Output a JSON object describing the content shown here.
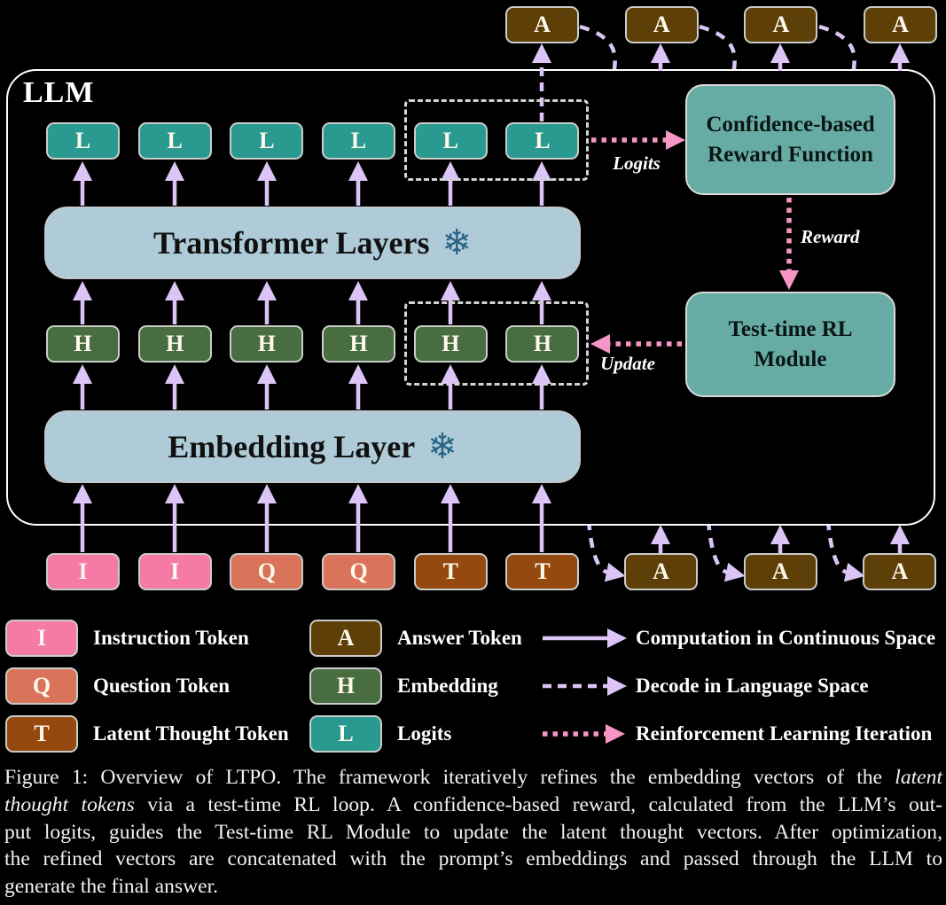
{
  "llm_label": "LLM",
  "icons": {
    "snowflake": "❄"
  },
  "colors": {
    "background": "#000000",
    "container_border": "#ffffff",
    "arrow_lavender": "#dcc5f6",
    "arrow_pink": "#f795c4",
    "instruction": "#f57ba6",
    "question": "#d9745a",
    "latent_thought": "#96490f",
    "answer": "#5e3f08",
    "embedding": "#486d40",
    "logits": "#2a9a90",
    "layer_fill": "#aecbd7",
    "module_fill": "#66aca4"
  },
  "rows": {
    "logits": [
      {
        "letter": "L",
        "color": "#2a9a90"
      },
      {
        "letter": "L",
        "color": "#2a9a90"
      },
      {
        "letter": "L",
        "color": "#2a9a90"
      },
      {
        "letter": "L",
        "color": "#2a9a90"
      },
      {
        "letter": "L",
        "color": "#2a9a90"
      },
      {
        "letter": "L",
        "color": "#2a9a90"
      }
    ],
    "embeddings": [
      {
        "letter": "H",
        "color": "#486d40"
      },
      {
        "letter": "H",
        "color": "#486d40"
      },
      {
        "letter": "H",
        "color": "#486d40"
      },
      {
        "letter": "H",
        "color": "#486d40"
      },
      {
        "letter": "H",
        "color": "#486d40"
      },
      {
        "letter": "H",
        "color": "#486d40"
      }
    ],
    "inputs": [
      {
        "letter": "I",
        "color": "#f57ba6"
      },
      {
        "letter": "I",
        "color": "#f57ba6"
      },
      {
        "letter": "Q",
        "color": "#d9745a"
      },
      {
        "letter": "Q",
        "color": "#d9745a"
      },
      {
        "letter": "T",
        "color": "#96490f"
      },
      {
        "letter": "T",
        "color": "#96490f"
      }
    ],
    "answers_top": [
      {
        "letter": "A",
        "color": "#5e3f08"
      },
      {
        "letter": "A",
        "color": "#5e3f08"
      },
      {
        "letter": "A",
        "color": "#5e3f08"
      },
      {
        "letter": "A",
        "color": "#5e3f08"
      }
    ],
    "answers_bottom": [
      {
        "letter": "A",
        "color": "#5e3f08"
      },
      {
        "letter": "A",
        "color": "#5e3f08"
      },
      {
        "letter": "A",
        "color": "#5e3f08"
      }
    ]
  },
  "boxes": {
    "transformer_label": "Transformer Layers",
    "embedding_label": "Embedding Layer",
    "reward_fn_line1": "Confidence-based",
    "reward_fn_line2": "Reward Function",
    "rl_module_line1": "Test-time RL",
    "rl_module_line2": "Module"
  },
  "edge_labels": {
    "logits": "Logits",
    "reward": "Reward",
    "update": "Update"
  },
  "legend": {
    "col1": [
      {
        "letter": "I",
        "label": "Instruction Token",
        "color": "#f57ba6"
      },
      {
        "letter": "Q",
        "label": "Question Token",
        "color": "#d9745a"
      },
      {
        "letter": "T",
        "label": "Latent Thought Token",
        "color": "#96490f"
      }
    ],
    "col2": [
      {
        "letter": "A",
        "label": "Answer Token",
        "color": "#5e3f08"
      },
      {
        "letter": "H",
        "label": "Embedding",
        "color": "#486d40"
      },
      {
        "letter": "L",
        "label": "Logits",
        "color": "#2a9a90"
      }
    ],
    "arrows": [
      {
        "style": "solid",
        "label": "Computation in Continuous Space"
      },
      {
        "style": "dashed",
        "label": "Decode in Language Space"
      },
      {
        "style": "dotted",
        "label": "Reinforcement Learning Iteration"
      }
    ]
  },
  "caption": {
    "lines": [
      {
        "segments": [
          {
            "text": "Figure 1: Overview of LTPO. The framework iteratively refines the embedding vectors of the ",
            "italic": false
          },
          {
            "text": "latent",
            "italic": true
          }
        ]
      },
      {
        "segments": [
          {
            "text": "thought tokens",
            "italic": true
          },
          {
            "text": " via a test-time RL loop. A confidence-based reward, calculated from the LLM’s out-",
            "italic": false
          }
        ]
      },
      {
        "segments": [
          {
            "text": "put logits, guides the Test-time RL Module to update the latent thought vectors. After optimization,",
            "italic": false
          }
        ]
      },
      {
        "segments": [
          {
            "text": "the refined vectors are concatenated with the prompt’s embeddings and passed through the LLM to",
            "italic": false
          }
        ]
      },
      {
        "segments": [
          {
            "text": "generate the final answer.",
            "italic": false
          }
        ]
      }
    ]
  }
}
